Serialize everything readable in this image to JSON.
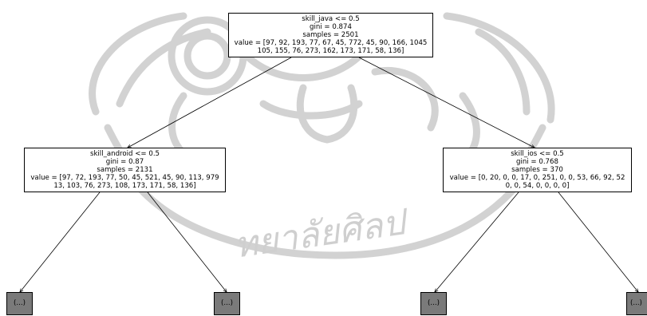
{
  "tree": {
    "root": {
      "condition": "skill_java <= 0.5",
      "gini": "gini = 0.874",
      "samples": "samples = 2501",
      "value_line1": "value = [97, 92, 193, 77, 67, 45, 772, 45, 90, 166, 1045",
      "value_line2": "105, 155, 76, 273, 162, 173, 171, 58, 136]"
    },
    "left": {
      "condition": "skill_android <= 0.5",
      "gini": "gini = 0.87",
      "samples": "samples = 2131",
      "value_line1": "value = [97, 72, 193, 77, 50, 45, 521, 45, 90, 113, 979",
      "value_line2": "13, 103, 76, 273, 108, 173, 171, 58, 136]"
    },
    "right": {
      "condition": "skill_ios <= 0.5",
      "gini": "gini = 0.768",
      "samples": "samples = 370",
      "value_line1": "value = [0, 20, 0, 0, 17, 0, 251, 0, 0, 53, 66, 92, 52",
      "value_line2": "0, 0, 54, 0, 0, 0, 0]"
    },
    "truncated_leaves": [
      "(...)",
      "(...)",
      "(...)",
      "(...)"
    ]
  },
  "colors": {
    "node_fill": "#ffffff",
    "truncated_fill": "#7a7a7a",
    "edge": "#000000",
    "watermark": "#cfcfcf"
  }
}
